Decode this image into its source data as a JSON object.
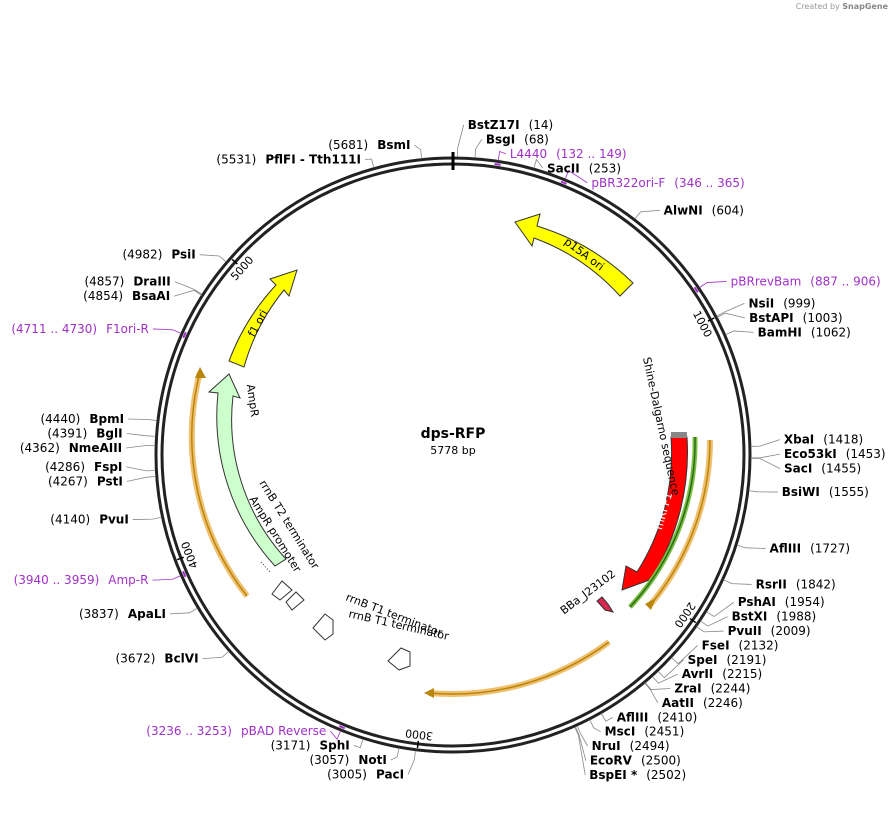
{
  "credit": {
    "created_by": "Created by",
    "brand": "SnapGene"
  },
  "plasmid": {
    "name": "dps-RFP",
    "length": "5778 bp",
    "total_bp": 5778
  },
  "ticks": [
    {
      "label": "1000",
      "bp": 1000
    },
    {
      "label": "2000",
      "bp": 2000
    },
    {
      "label": "3000",
      "bp": 3000
    },
    {
      "label": "4000",
      "bp": 4000
    },
    {
      "label": "5000",
      "bp": 5000
    }
  ],
  "sites": [
    {
      "name": "BstZ17I",
      "pos": "(14)",
      "bp": 14,
      "side": "right"
    },
    {
      "name": "BsgI",
      "pos": "(68)",
      "bp": 68,
      "side": "right"
    },
    {
      "name": "SacII",
      "pos": "(253)",
      "bp": 253,
      "side": "right"
    },
    {
      "name": "AlwNI",
      "pos": "(604)",
      "bp": 604,
      "side": "right"
    },
    {
      "name": "NsiI",
      "pos": "(999)",
      "bp": 999,
      "side": "right"
    },
    {
      "name": "BstAPI",
      "pos": "(1003)",
      "bp": 1003,
      "side": "right"
    },
    {
      "name": "BamHI",
      "pos": "(1062)",
      "bp": 1062,
      "side": "right"
    },
    {
      "name": "XbaI",
      "pos": "(1418)",
      "bp": 1418,
      "side": "right"
    },
    {
      "name": "Eco53kI",
      "pos": "(1453)",
      "bp": 1453,
      "side": "right"
    },
    {
      "name": "SacI",
      "pos": "(1455)",
      "bp": 1455,
      "side": "right"
    },
    {
      "name": "BsiWI",
      "pos": "(1555)",
      "bp": 1555,
      "side": "right"
    },
    {
      "name": "AflIII",
      "pos": "(1727)",
      "bp": 1727,
      "side": "right"
    },
    {
      "name": "RsrII",
      "pos": "(1842)",
      "bp": 1842,
      "side": "right"
    },
    {
      "name": "PshAI",
      "pos": "(1954)",
      "bp": 1954,
      "side": "right"
    },
    {
      "name": "BstXI",
      "pos": "(1988)",
      "bp": 1988,
      "side": "right"
    },
    {
      "name": "PvuII",
      "pos": "(2009)",
      "bp": 2009,
      "side": "right"
    },
    {
      "name": "FseI",
      "pos": "(2132)",
      "bp": 2132,
      "side": "right"
    },
    {
      "name": "SpeI",
      "pos": "(2191)",
      "bp": 2191,
      "side": "right"
    },
    {
      "name": "AvrII",
      "pos": "(2215)",
      "bp": 2215,
      "side": "right"
    },
    {
      "name": "ZraI",
      "pos": "(2244)",
      "bp": 2244,
      "side": "right"
    },
    {
      "name": "AatII",
      "pos": "(2246)",
      "bp": 2246,
      "side": "right"
    },
    {
      "name": "AflIII",
      "pos": "(2410)",
      "bp": 2410,
      "side": "right"
    },
    {
      "name": "MscI",
      "pos": "(2451)",
      "bp": 2451,
      "side": "right"
    },
    {
      "name": "NruI",
      "pos": "(2494)",
      "bp": 2494,
      "side": "right"
    },
    {
      "name": "EcoRV",
      "pos": "(2500)",
      "bp": 2500,
      "side": "right"
    },
    {
      "name": "BspEI *",
      "pos": "(2502)",
      "bp": 2502,
      "side": "right"
    },
    {
      "name": "PacI",
      "pos": "(3005)",
      "bp": 3005,
      "side": "left"
    },
    {
      "name": "NotI",
      "pos": "(3057)",
      "bp": 3057,
      "side": "left"
    },
    {
      "name": "SphI",
      "pos": "(3171)",
      "bp": 3171,
      "side": "left"
    },
    {
      "name": "BclVI",
      "pos": "(3672)",
      "bp": 3672,
      "side": "left"
    },
    {
      "name": "ApaLI",
      "pos": "(3837)",
      "bp": 3837,
      "side": "left"
    },
    {
      "name": "PvuI",
      "pos": "(4140)",
      "bp": 4140,
      "side": "left"
    },
    {
      "name": "PstI",
      "pos": "(4267)",
      "bp": 4267,
      "side": "left"
    },
    {
      "name": "FspI",
      "pos": "(4286)",
      "bp": 4286,
      "side": "left"
    },
    {
      "name": "NmeAIII",
      "pos": "(4362)",
      "bp": 4362,
      "side": "left"
    },
    {
      "name": "BglI",
      "pos": "(4391)",
      "bp": 4391,
      "side": "left"
    },
    {
      "name": "BpmI",
      "pos": "(4440)",
      "bp": 4440,
      "side": "left"
    },
    {
      "name": "BsaAI",
      "pos": "(4854)",
      "bp": 4854,
      "side": "left"
    },
    {
      "name": "DraIII",
      "pos": "(4857)",
      "bp": 4857,
      "side": "left"
    },
    {
      "name": "PsiI",
      "pos": "(4982)",
      "bp": 4982,
      "side": "left"
    },
    {
      "name": "PflFI - Tth111I",
      "pos": "(5531)",
      "bp": 5531,
      "side": "left"
    },
    {
      "name": "BsmI",
      "pos": "(5681)",
      "bp": 5681,
      "side": "left"
    }
  ],
  "primers": [
    {
      "name": "L4440",
      "range": "(132 .. 149)",
      "bp": 140,
      "side": "right"
    },
    {
      "name": "pBR322ori-F",
      "range": "(346 .. 365)",
      "bp": 355,
      "side": "right"
    },
    {
      "name": "pBRrevBam",
      "range": "(887 .. 906)",
      "bp": 896,
      "side": "right"
    },
    {
      "name": "pBAD Reverse",
      "range": "(3236 .. 3253)",
      "bp": 3245,
      "side": "left"
    },
    {
      "name": "Amp-R",
      "range": "(3940 .. 3959)",
      "bp": 3950,
      "side": "left"
    },
    {
      "name": "F1ori-R",
      "range": "(4711 .. 4730)",
      "bp": 4720,
      "side": "left"
    }
  ],
  "features": [
    {
      "name": "p15A ori",
      "color": "#ffff00"
    },
    {
      "name": "mRFP1",
      "color": "#ff0000"
    },
    {
      "name": "BBa_J23102",
      "color": "#d6254e"
    },
    {
      "name": "AmpR",
      "color": "#ccffcc"
    },
    {
      "name": "f1 ori",
      "color": "#ffff00"
    },
    {
      "name": "Shine-Dalgarno sequence",
      "color": "#000000"
    },
    {
      "name": "rrnB T2 terminator",
      "color": "#ffffff"
    },
    {
      "name": "AmpR promoter",
      "color": "#ffffff"
    },
    {
      "name": "rrnB T1 terminator",
      "color": "#ffffff"
    },
    {
      "name": "rrnB T1 terminator 2",
      "label": "rrnB T1 terminator",
      "color": "#ffffff"
    }
  ]
}
